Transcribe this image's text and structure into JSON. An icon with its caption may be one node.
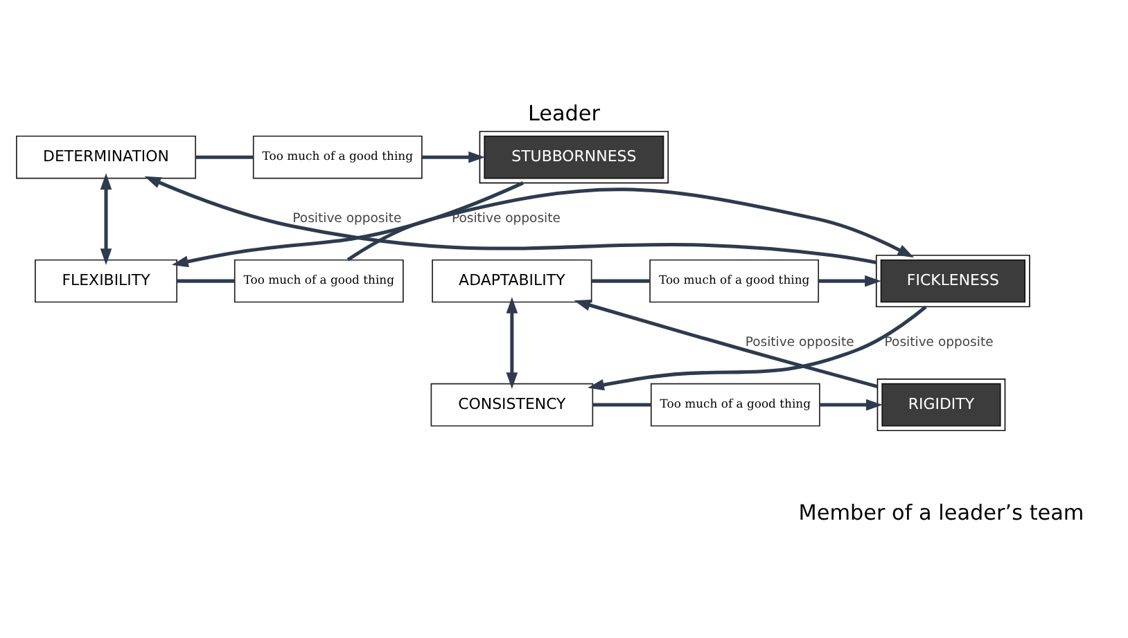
{
  "diagram": {
    "title": "Leader",
    "caption": "Member of a leader’s team",
    "nodes": [
      {
        "text": [
          "DETERMINATION"
        ]
      },
      {
        "text": [
          "Too much of a good thing"
        ]
      },
      {
        "text": [
          "STUBBORNNESS"
        ]
      },
      {
        "text": [
          "ADAPTABILITY"
        ]
      },
      {
        "text": [
          "Too much of a good thing"
        ]
      },
      {
        "text": [
          "FICKLENESS"
        ]
      },
      {
        "text": [
          "Too much of a good thing"
        ]
      },
      {
        "text": [
          "FLEXIBILITY"
        ]
      },
      {
        "text": [
          "RIGIDITY"
        ]
      },
      {
        "text": [
          "Too much of a good thing"
        ]
      },
      {
        "text": [
          "CONSISTENCY"
        ]
      }
    ],
    "edges": [
      {
        "from": 0,
        "to": 1,
        "arrow": "none"
      },
      {
        "from": 1,
        "to": 2,
        "arrow": "to"
      },
      {
        "from": 3,
        "to": 4,
        "arrow": "none"
      },
      {
        "from": 4,
        "to": 5,
        "arrow": "to"
      },
      {
        "from": 7,
        "to": 6,
        "arrow": "none"
      },
      {
        "from": 6,
        "to": 5,
        "arrow": "to"
      },
      {
        "from": 10,
        "to": 9,
        "arrow": "none"
      },
      {
        "from": 9,
        "to": 8,
        "arrow": "to"
      },
      {
        "from": 5,
        "to": 0,
        "arrow": "to",
        "label": "Positive opposite"
      },
      {
        "from": 2,
        "to": 7,
        "arrow": "to",
        "label": "Positive opposite"
      },
      {
        "from": 5,
        "to": 10,
        "arrow": "to",
        "label": "Positive opposite"
      },
      {
        "from": 8,
        "to": 3,
        "arrow": "to",
        "label": "Positive opposite"
      },
      {
        "from": 0,
        "to": 7,
        "arrow": "both"
      },
      {
        "from": 3,
        "to": 10,
        "arrow": "both"
      }
    ]
  }
}
